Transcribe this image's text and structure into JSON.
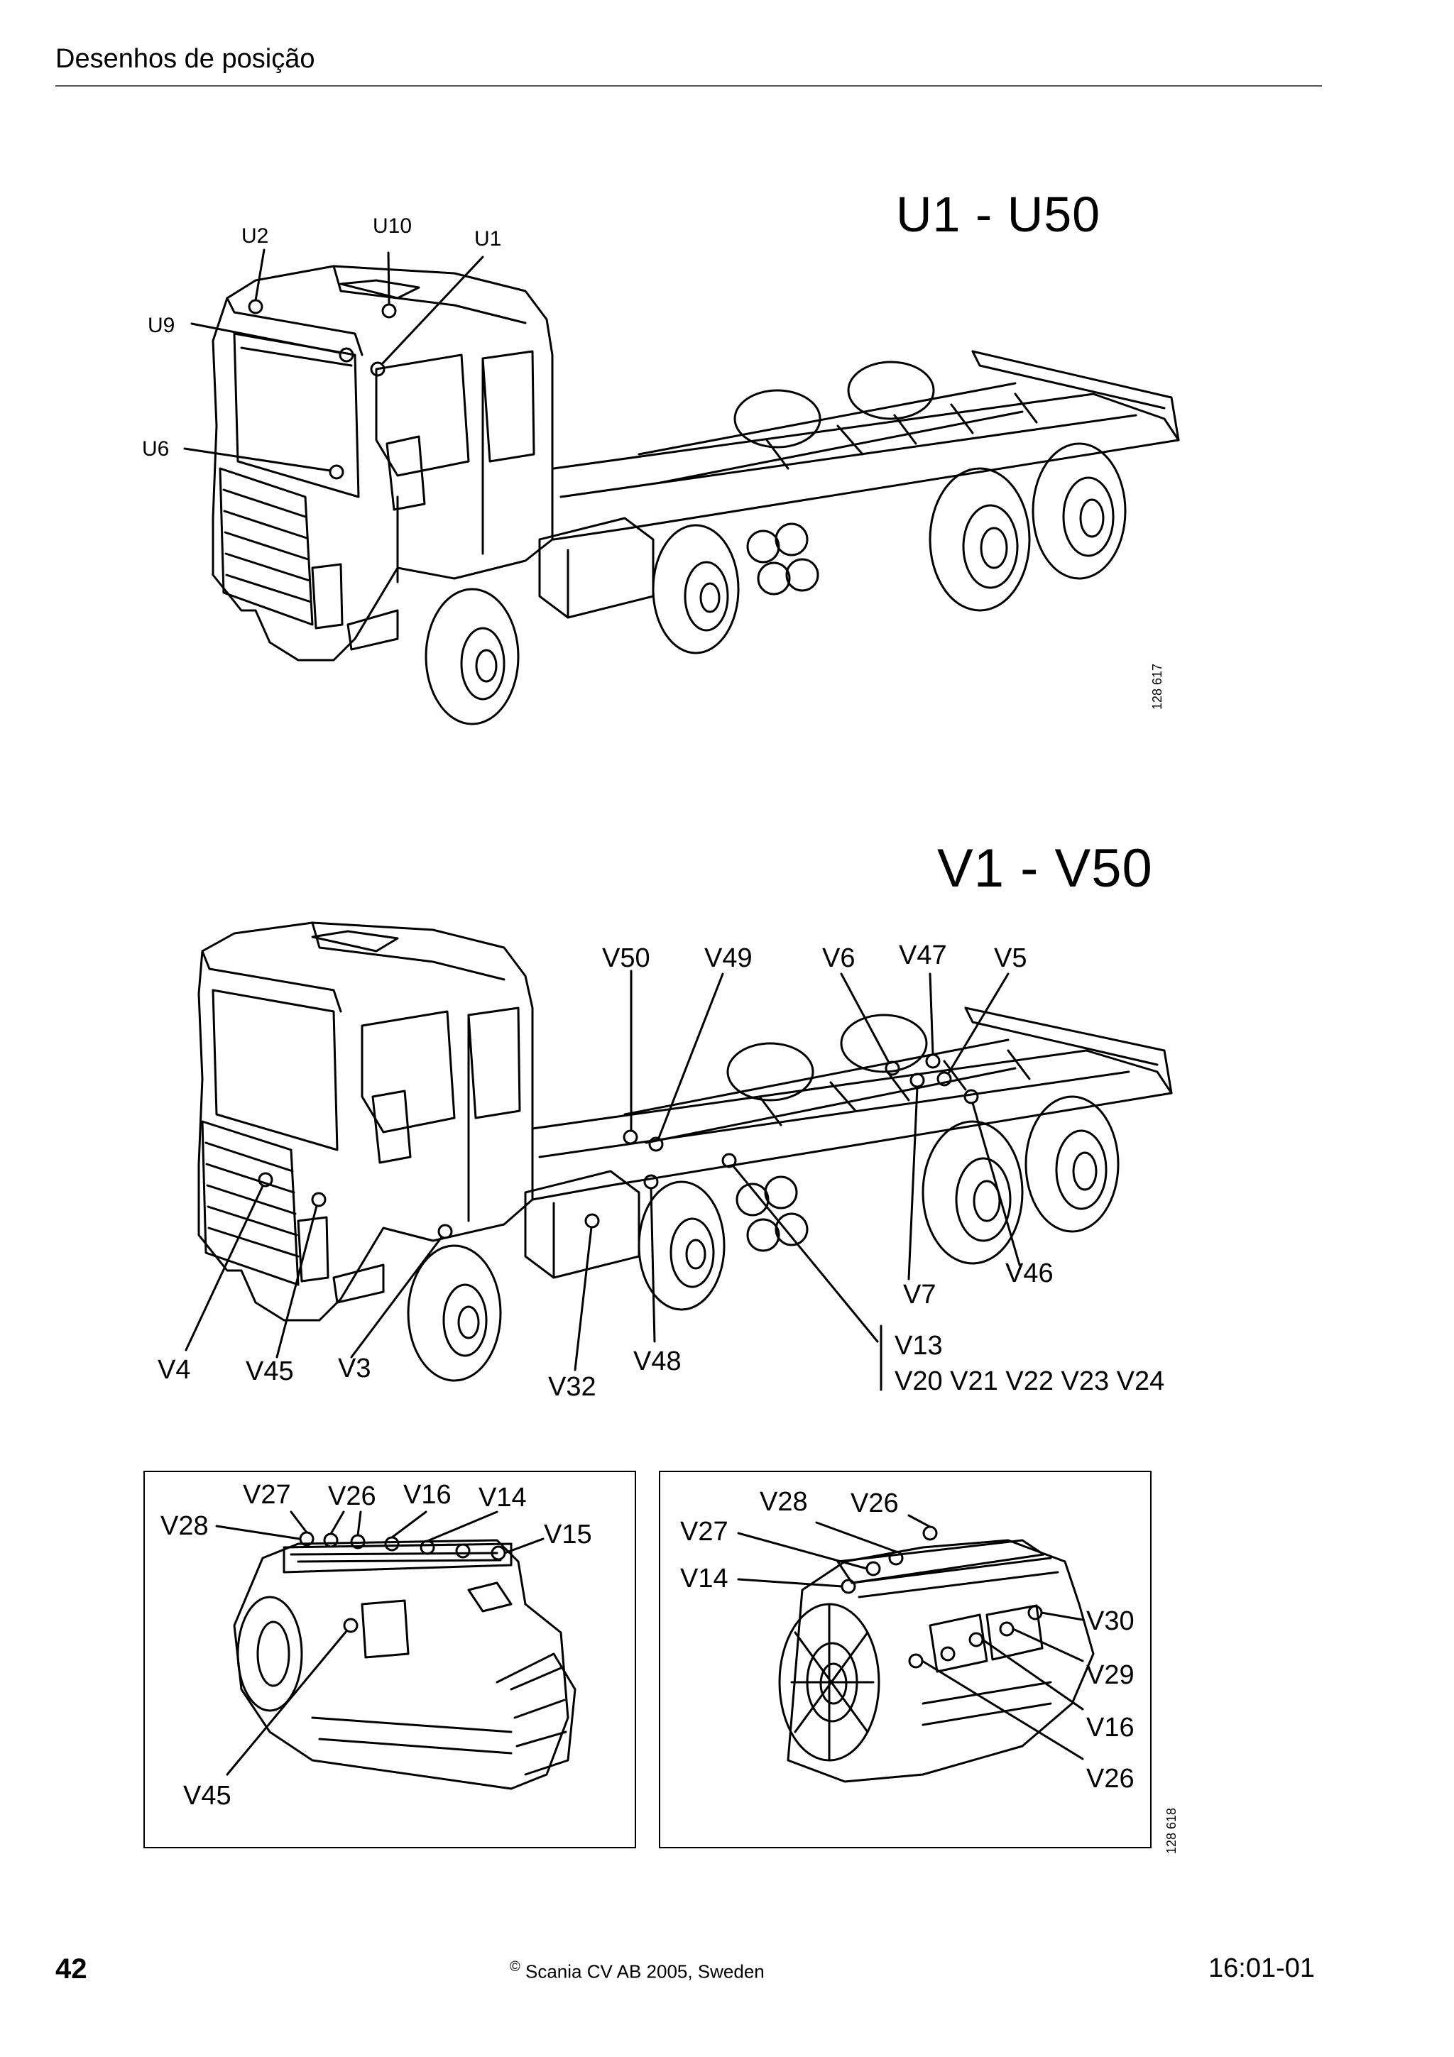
{
  "header": {
    "title": "Desenhos de posição"
  },
  "figure_u": {
    "title": "U1 - U50",
    "code": "128 617",
    "labels": {
      "u2": "U2",
      "u10": "U10",
      "u1": "U1",
      "u9": "U9",
      "u6": "U6"
    }
  },
  "figure_v": {
    "title": "V1 - V50",
    "labels": {
      "v50": "V50",
      "v49": "V49",
      "v6": "V6",
      "v47": "V47",
      "v5": "V5",
      "v46": "V46",
      "v7": "V7",
      "v13": "V13",
      "v20_24": "V20 V21 V22 V23 V24",
      "v4": "V4",
      "v45": "V45",
      "v3": "V3",
      "v32": "V32",
      "v48": "V48"
    }
  },
  "engine_left": {
    "labels": {
      "v27": "V27",
      "v26": "V26",
      "v16": "V16",
      "v14": "V14",
      "v28": "V28",
      "v15": "V15",
      "v45": "V45"
    }
  },
  "engine_right": {
    "code": "128 618",
    "labels": {
      "v28": "V28",
      "v26": "V26",
      "v27": "V27",
      "v14": "V14",
      "v30": "V30",
      "v29": "V29",
      "v16": "V16",
      "v26b": "V26"
    }
  },
  "footer": {
    "page": "42",
    "copyright_symbol": "©",
    "copyright": "Scania CV AB 2005, Sweden",
    "date": "16:01-01"
  }
}
